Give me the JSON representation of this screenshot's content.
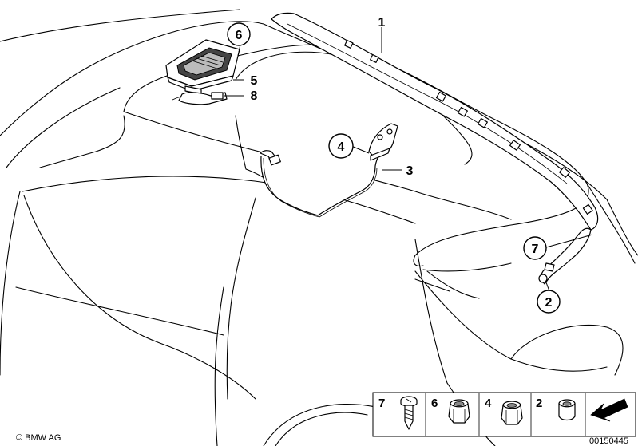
{
  "callouts": {
    "c1": "1",
    "c2": "2",
    "c3": "3",
    "c4": "4",
    "c5": "5",
    "c6": "6",
    "c7": "7",
    "c8": "8"
  },
  "legend": {
    "items": [
      {
        "number": "7",
        "icon": "screw-icon"
      },
      {
        "number": "6",
        "icon": "hex-nut-icon"
      },
      {
        "number": "4",
        "icon": "hex-nut-icon"
      },
      {
        "number": "2",
        "icon": "round-nut-icon"
      }
    ],
    "arrow_icon": "direction-arrow-icon"
  },
  "footer": {
    "copyright": "© BMW AG",
    "diagram_number": "00150445"
  }
}
